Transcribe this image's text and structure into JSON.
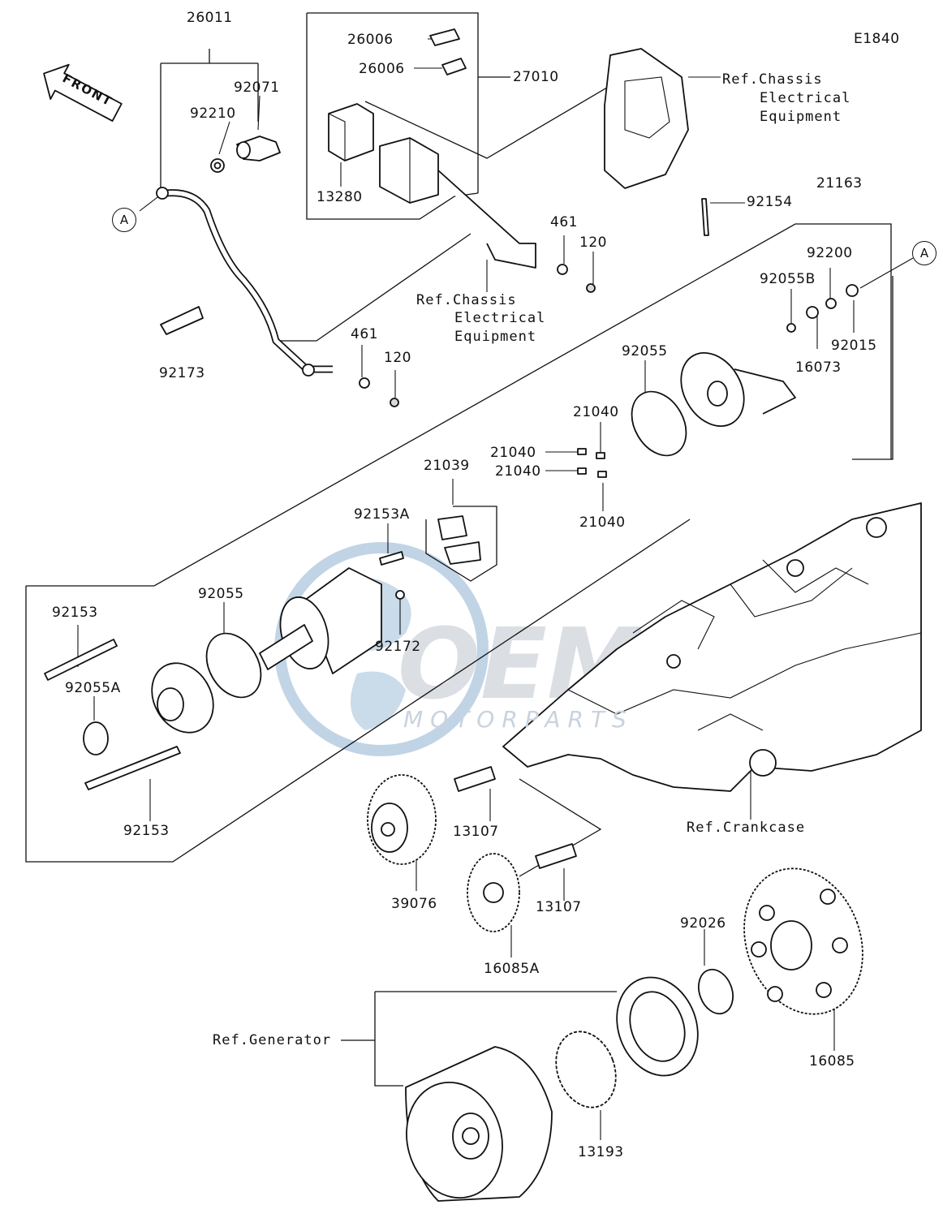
{
  "diagram_code": "E1840",
  "front_label": "FRONT",
  "callout_a": "A",
  "labels": {
    "p26011": "26011",
    "p92071": "92071",
    "p92210": "92210",
    "p92173": "92173",
    "p26006a": "26006",
    "p26006b": "26006",
    "p27010": "27010",
    "p13280": "13280",
    "p461a": "461",
    "p120a": "120",
    "p461b": "461",
    "p120b": "120",
    "p92154": "92154",
    "p21163": "21163",
    "p92200": "92200",
    "p92055B": "92055B",
    "p92015": "92015",
    "p16073": "16073",
    "p92055a": "92055",
    "p21040a": "21040",
    "p21040b": "21040",
    "p21040c": "21040",
    "p21040d": "21040",
    "p21039": "21039",
    "p92153A": "92153A",
    "p92172": "92172",
    "p92055b": "92055",
    "p92153a": "92153",
    "p92055A": "92055A",
    "p92153b": "92153",
    "p39076": "39076",
    "p13107a": "13107",
    "p13107b": "13107",
    "p16085A": "16085A",
    "p92026": "92026",
    "p16085": "16085",
    "p13193": "13193"
  },
  "refs": {
    "chassis_top_1": "Ref.Chassis",
    "chassis_top_2": "Electrical",
    "chassis_top_3": "Equipment",
    "chassis_mid_1": "Ref.Chassis",
    "chassis_mid_2": "Electrical",
    "chassis_mid_3": "Equipment",
    "crankcase": "Ref.Crankcase",
    "generator": "Ref.Generator"
  },
  "watermark": {
    "brand": "OEM",
    "sub": "MOTORPARTS"
  }
}
